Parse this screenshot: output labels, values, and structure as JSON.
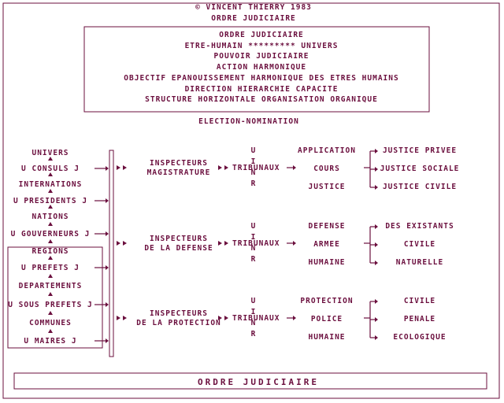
{
  "colors": {
    "ink": "#6b0f3e",
    "background": "#ffffff"
  },
  "header": {
    "copyright": "© VINCENT THIERRY 1983",
    "subtitle": "ORDRE JUDICIAIRE"
  },
  "summary_box": {
    "lines": [
      "ORDRE JUDICIAIRE",
      "ETRE-HUMAIN ********* UNIVERS",
      "POUVOIR JUDICIAIRE",
      "ACTION HARMONIQUE",
      "OBJECTIF EPANOUISSEMENT  HARMONIQUE DES ETRES HUMAINS",
      "DIRECTION HIERARCHIE CAPACITE",
      "STRUCTURE HORIZONTALE ORGANISATION ORGANIQUE"
    ]
  },
  "election": "ELECTION-NOMINATION",
  "hierarchy": [
    "UNIVERS",
    "U CONSULS J",
    "INTERNATIONS",
    "U PRESIDENTS J",
    "NATIONS",
    "U GOUVERNEURS J",
    "REGIONS",
    "U PREFETS  J",
    "DEPARTEMENTS",
    "U SOUS PREFETS J",
    "COMMUNES",
    "U MAIRES  J"
  ],
  "uinr": [
    "U",
    "I",
    "N",
    "R"
  ],
  "tribunaux": "TRIBUNAUX",
  "branches": [
    {
      "inspector": [
        "INSPECTEURS",
        "MAGISTRATURE"
      ],
      "middle": [
        "APPLICATION",
        "COURS",
        "JUSTICE"
      ],
      "right": [
        "JUSTICE PRIVEE",
        "JUSTICE SOCIALE",
        "JUSTICE CIVILE"
      ]
    },
    {
      "inspector": [
        "INSPECTEURS",
        "DE LA DEFENSE"
      ],
      "middle": [
        "DEFENSE",
        "ARMEE",
        "HUMAINE"
      ],
      "right": [
        "DES EXISTANTS",
        "CIVILE",
        "NATURELLE"
      ]
    },
    {
      "inspector": [
        "INSPECTEURS",
        "DE LA PROTECTION"
      ],
      "middle": [
        "PROTECTION",
        "POLICE",
        "HUMAINE"
      ],
      "right": [
        "CIVILE",
        "PENALE",
        "ECOLOGIQUE"
      ]
    }
  ],
  "footer": "ORDRE   JUDICIAIRE"
}
